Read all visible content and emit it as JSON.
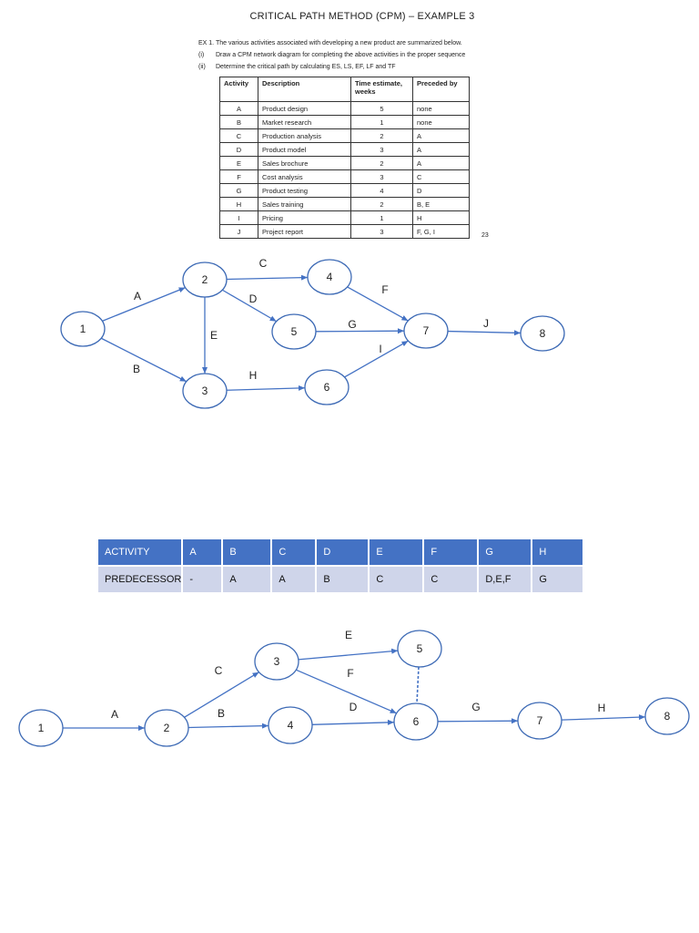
{
  "title": "CRITICAL PATH METHOD (CPM)  – EXAMPLE 3",
  "exercise": {
    "intro": "EX 1. The various activities associated with developing a new product are summarized below.",
    "items": [
      {
        "num": "(i)",
        "text": "Draw a CPM network diagram for completing the above activities in the proper sequence"
      },
      {
        "num": "(ii)",
        "text": "Determine the critical path by calculating ES, LS, EF, LF and TF"
      }
    ]
  },
  "activity_table": {
    "headers": [
      "Activity",
      "Description",
      "Time estimate, weeks",
      "Preceded by"
    ],
    "rows": [
      [
        "A",
        "Product design",
        "5",
        "none"
      ],
      [
        "B",
        "Market research",
        "1",
        "none"
      ],
      [
        "C",
        "Production analysis",
        "2",
        "A"
      ],
      [
        "D",
        "Product model",
        "3",
        "A"
      ],
      [
        "E",
        "Sales brochure",
        "2",
        "A"
      ],
      [
        "F",
        "Cost analysis",
        "3",
        "C"
      ],
      [
        "G",
        "Product testing",
        "4",
        "D"
      ],
      [
        "H",
        "Sales training",
        "2",
        "B, E"
      ],
      [
        "I",
        "Pricing",
        "1",
        "H"
      ],
      [
        "J",
        "Project report",
        "3",
        "F, G, I"
      ]
    ]
  },
  "page_number": "23",
  "network1": {
    "nodes": [
      "1",
      "2",
      "3",
      "4",
      "5",
      "6",
      "7",
      "8"
    ],
    "edges": [
      {
        "from": "1",
        "to": "2",
        "label": "A"
      },
      {
        "from": "1",
        "to": "3",
        "label": "B"
      },
      {
        "from": "2",
        "to": "4",
        "label": "C"
      },
      {
        "from": "2",
        "to": "5",
        "label": "D"
      },
      {
        "from": "2",
        "to": "3",
        "label": "E"
      },
      {
        "from": "4",
        "to": "7",
        "label": "F"
      },
      {
        "from": "5",
        "to": "7",
        "label": "G"
      },
      {
        "from": "3",
        "to": "6",
        "label": "H"
      },
      {
        "from": "6",
        "to": "7",
        "label": "I"
      },
      {
        "from": "7",
        "to": "8",
        "label": "J"
      }
    ]
  },
  "predecessor_table": {
    "header": [
      "ACTIVITY",
      "A",
      "B",
      "C",
      "D",
      "E",
      "F",
      "G",
      "H"
    ],
    "row": [
      "PREDECESSOR",
      "-",
      "A",
      "A",
      "B",
      "C",
      "C",
      "D,E,F",
      "G"
    ]
  },
  "network2": {
    "nodes": [
      "1",
      "2",
      "3",
      "4",
      "5",
      "6",
      "7",
      "8"
    ],
    "edges": [
      {
        "from": "1",
        "to": "2",
        "label": "A"
      },
      {
        "from": "2",
        "to": "3",
        "label": "C"
      },
      {
        "from": "2",
        "to": "4",
        "label": "B"
      },
      {
        "from": "3",
        "to": "5",
        "label": "E"
      },
      {
        "from": "3",
        "to": "6",
        "label": "F"
      },
      {
        "from": "4",
        "to": "6",
        "label": "D"
      },
      {
        "from": "5",
        "to": "6",
        "label": "",
        "dummy": true
      },
      {
        "from": "6",
        "to": "7",
        "label": "G"
      },
      {
        "from": "7",
        "to": "8",
        "label": "H"
      }
    ]
  },
  "colors": {
    "node_stroke": "#3D6AB5",
    "edge": "#4472C4",
    "header_fill": "#4472C4",
    "row_fill": "#CFD5EA"
  }
}
